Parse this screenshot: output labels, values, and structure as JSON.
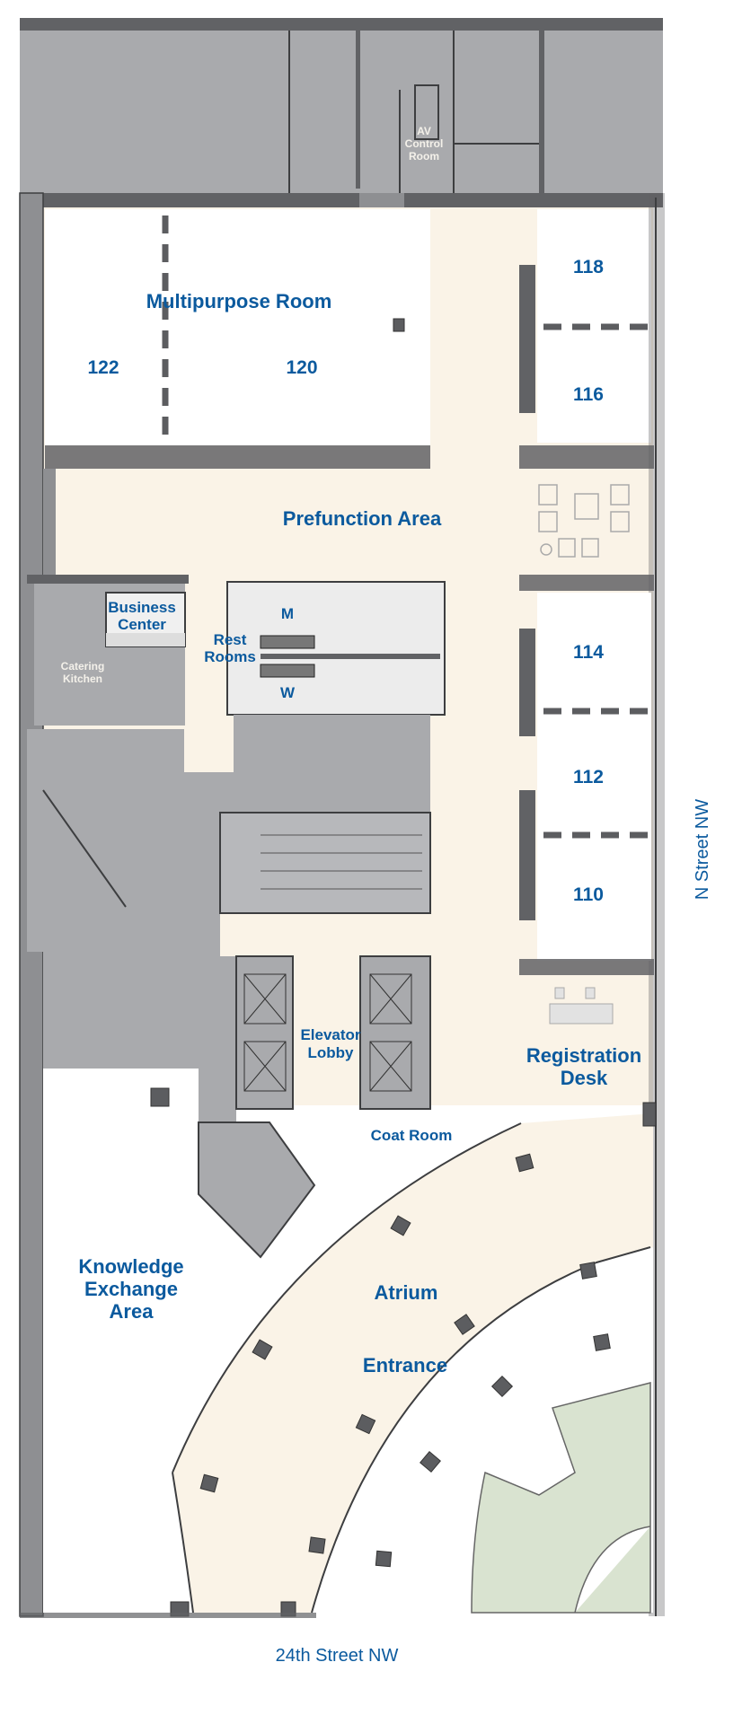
{
  "colors": {
    "label_blue": "#0b5a9e",
    "public_area_cream": "#faf3e7",
    "service_gray": "#a9aaad",
    "wall_dark": "#616265",
    "planter_green": "#d9e3d0"
  },
  "rooms": {
    "multipurpose": "Multipurpose Room",
    "r122": "122",
    "r120": "120",
    "r118": "118",
    "r116": "116",
    "r114": "114",
    "r112": "112",
    "r110": "110",
    "av_control": [
      "AV",
      "Control",
      "Room"
    ],
    "prefunction": "Prefunction Area",
    "business_center": [
      "Business",
      "Center"
    ],
    "catering_kitchen": [
      "Catering",
      "Kitchen"
    ],
    "rest_rooms": [
      "Rest",
      "Rooms"
    ],
    "mens": "M",
    "womens": "W",
    "elevator_lobby": [
      "Elevator",
      "Lobby"
    ],
    "registration_desk": [
      "Registration",
      "Desk"
    ],
    "coat_room": "Coat Room",
    "knowledge_exchange": [
      "Knowledge",
      "Exchange",
      "Area"
    ],
    "atrium": "Atrium",
    "entrance": "Entrance"
  },
  "streets": {
    "east": "N Street NW",
    "south": "24th Street NW"
  }
}
